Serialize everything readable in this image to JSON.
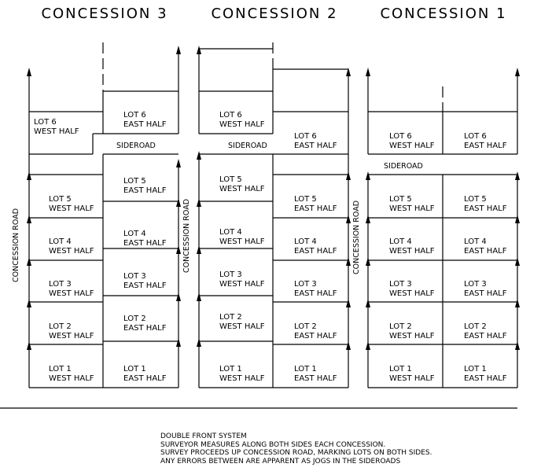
{
  "concessions": {
    "c3": "CONCESSION 3",
    "c2": "CONCESSION 2",
    "c1": "CONCESSION 1"
  },
  "roads": {
    "concession_road": "CONCESSION ROAD",
    "sideroad": "SIDEROAD"
  },
  "lots": {
    "lot1": "LOT 1",
    "lot2": "LOT 2",
    "lot3": "LOT 3",
    "lot4": "LOT 4",
    "lot5": "LOT 5",
    "lot6": "LOT 6",
    "west_half": "WEST HALF",
    "east_half": "EAST HALF"
  },
  "notes": [
    "DOUBLE FRONT SYSTEM",
    "SURVEYOR MEASURES ALONG BOTH SIDES EACH CONCESSION.",
    "SURVEY PROCEEDS UP CONCESSION ROAD, MARKING LOTS ON BOTH SIDES.",
    "ANY ERRORS BETWEEN ARE APPARENT AS JOGS IN THE SIDEROADS"
  ]
}
